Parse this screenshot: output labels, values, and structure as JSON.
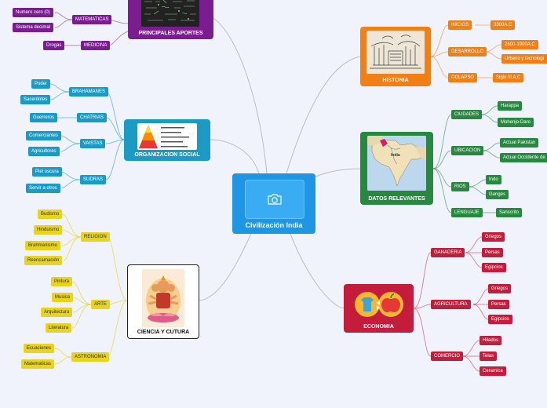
{
  "central": {
    "title": "Civilización India",
    "icon": "camera-icon"
  },
  "aportes": {
    "title": "PRINCIPALES APORTES",
    "image_icon": "chalkboard-math-image",
    "matematicas": {
      "label": "MATEMATICAS",
      "items": [
        "Numero cero (0)",
        "Sistema decimal"
      ]
    },
    "medicina": {
      "label": "MEDICINA",
      "items": [
        "Drogas"
      ]
    }
  },
  "organizacion": {
    "title": "ORGANIZACION SOCIAL",
    "image_icon": "caste-pyramid-image",
    "branhamanes": {
      "label": "BRAHAMANES",
      "items": [
        "Poder",
        "Sacerdotes"
      ]
    },
    "chatrias": {
      "label": "CHATRIAS",
      "items": [
        "Guerreros"
      ]
    },
    "vaistas": {
      "label": "VAISTAS",
      "items": [
        "Comerciantes",
        "Agricultores"
      ]
    },
    "sudras": {
      "label": "SUDRAS",
      "items": [
        "Piel oscura",
        "Servir a otros"
      ]
    }
  },
  "ciencia": {
    "title": "CIENCIA Y CUTURA",
    "image_icon": "hindu-deity-image",
    "religion": {
      "label": "RELIGION",
      "items": [
        "Budismo",
        "Hinduismo",
        "Brahmanismo",
        "Reencarnación"
      ]
    },
    "arte": {
      "label": "ARTE",
      "items": [
        "Pintura",
        "Musica",
        "Arquitectura",
        "Literatura"
      ]
    },
    "astronomia": {
      "label": "ASTRONOMIA",
      "items": [
        "Ecuaciones",
        "Matematicas"
      ]
    }
  },
  "historia": {
    "title": "HISTORIA",
    "image_icon": "ancient-ruins-image",
    "inicios": {
      "label": "INICIOS",
      "items": [
        "3300A.C"
      ]
    },
    "desarrollo": {
      "label": "DESARROLLO",
      "items": [
        "2600-1900A.C",
        "Urbano y tecnologi"
      ]
    },
    "colapso": {
      "label": "COLAPSO",
      "items": [
        "Siglo III A.C"
      ]
    }
  },
  "datos": {
    "title": "DATOS RELEVANTES",
    "image_icon": "india-map-image",
    "map_text": "India",
    "ciudades": {
      "label": "CIUDADES",
      "items": [
        "Harappa",
        "Mohenjo-Daro"
      ]
    },
    "ubicacion": {
      "label": "UBICACION",
      "items": [
        "Actual Pakistan",
        "Actual Occidente de"
      ]
    },
    "rios": {
      "label": "RIOS",
      "items": [
        "Indo",
        "Ganges"
      ]
    },
    "lenguaje": {
      "label": "LENGUAJE",
      "items": [
        "Sanscrito"
      ]
    }
  },
  "economia": {
    "title": "ECONOMIA",
    "image_icon": "trade-icons-image",
    "ganaderia": {
      "label": "GANADERIA",
      "items": [
        "Griegos",
        "Persas",
        "Egipcios"
      ]
    },
    "agricultura": {
      "label": "AGRICULTURA",
      "items": [
        "Griegos",
        "Persas",
        "Egipcios"
      ]
    },
    "comercio": {
      "label": "COMERCIO",
      "items": [
        "Hilados",
        "Telas",
        "Ceramica"
      ]
    }
  },
  "colors": {
    "background": "#f0f3fc",
    "central": "#1e96e3",
    "purple": "#7b1d91",
    "blue": "#1b9bc4",
    "yellow": "#e8d41e",
    "orange": "#f07f16",
    "green": "#27893f",
    "red": "#c41d3c",
    "link": "#b7bcc6"
  }
}
